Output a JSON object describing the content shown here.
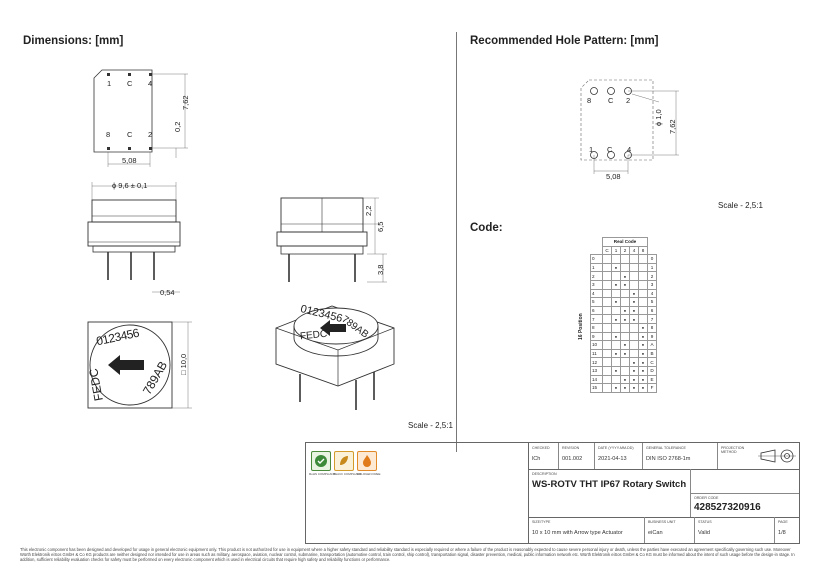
{
  "sections": {
    "dimensions_title": "Dimensions: [mm]",
    "hole_title": "Recommended Hole Pattern: [mm]",
    "code_title": "Code:",
    "scale_left": "Scale - 2,5:1",
    "scale_right": "Scale - 2,5:1"
  },
  "dims": {
    "pin_1": "1",
    "pin_c_top": "C",
    "pin_4": "4",
    "pin_8": "8",
    "pin_c_bot": "C",
    "pin_2": "2",
    "d_508": "5,08",
    "d_762": "7,62",
    "d_02": "0,2",
    "d_diam": "ϕ 9,6 ± 0,1",
    "d_054": "0,54",
    "d_22": "2,2",
    "d_65": "6,5",
    "d_38": "3,8",
    "d_100": "□ 10,0",
    "dial_top": "0123456",
    "dial_right": "789AB",
    "dial_left": "FEDC"
  },
  "hole": {
    "pin_8": "8",
    "pin_c_top": "C",
    "pin_2": "2",
    "pin_1": "1",
    "pin_c_bot": "C",
    "pin_4": "4",
    "d_10": "ϕ 1,0",
    "d_762": "7,62",
    "d_508": "5,08"
  },
  "code_table": {
    "header": "Real Code",
    "side_label": "16 Position",
    "cols": [
      "C",
      "1",
      "2",
      "4",
      "8"
    ],
    "rows": [
      {
        "pos": "0",
        "dots": [
          false,
          false,
          false,
          false
        ],
        "code": "0"
      },
      {
        "pos": "1",
        "dots": [
          true,
          false,
          false,
          false
        ],
        "code": "1"
      },
      {
        "pos": "2",
        "dots": [
          false,
          true,
          false,
          false
        ],
        "code": "2"
      },
      {
        "pos": "3",
        "dots": [
          true,
          true,
          false,
          false
        ],
        "code": "3"
      },
      {
        "pos": "4",
        "dots": [
          false,
          false,
          true,
          false
        ],
        "code": "4"
      },
      {
        "pos": "5",
        "dots": [
          true,
          false,
          true,
          false
        ],
        "code": "5"
      },
      {
        "pos": "6",
        "dots": [
          false,
          true,
          true,
          false
        ],
        "code": "6"
      },
      {
        "pos": "7",
        "dots": [
          true,
          true,
          true,
          false
        ],
        "code": "7"
      },
      {
        "pos": "8",
        "dots": [
          false,
          false,
          false,
          true
        ],
        "code": "8"
      },
      {
        "pos": "9",
        "dots": [
          true,
          false,
          false,
          true
        ],
        "code": "9"
      },
      {
        "pos": "10",
        "dots": [
          false,
          true,
          false,
          true
        ],
        "code": "A"
      },
      {
        "pos": "11",
        "dots": [
          true,
          true,
          false,
          true
        ],
        "code": "B"
      },
      {
        "pos": "12",
        "dots": [
          false,
          false,
          true,
          true
        ],
        "code": "C"
      },
      {
        "pos": "13",
        "dots": [
          true,
          false,
          true,
          true
        ],
        "code": "D"
      },
      {
        "pos": "14",
        "dots": [
          false,
          true,
          true,
          true
        ],
        "code": "E"
      },
      {
        "pos": "15",
        "dots": [
          true,
          true,
          true,
          true
        ],
        "code": "F"
      }
    ]
  },
  "title_block": {
    "checked_label": "CHECKED",
    "checked": "lCh",
    "revision_label": "REVISION",
    "revision": "001.002",
    "date_label": "DATE (YYYY-MM-DD)",
    "date": "2021-04-13",
    "tolerance_label": "GENERAL TOLERANCE",
    "tolerance": "DIN ISO 2768-1m",
    "projection_label": "PROJECTION METHOD",
    "description_label": "DESCRIPTION",
    "description": "WS-ROTV THT IP67 Rotary Switch",
    "order_label": "ORDER CODE",
    "order_code": "428527320916",
    "size_label": "SIZE/TYPE",
    "size": "10 x 10 mm with Arrow type Actuator",
    "business_label": "BUSINESS UNIT",
    "business": "eiCan",
    "status_label": "STATUS",
    "status": "Valid",
    "page_label": "PAGE",
    "page": "1/8",
    "badge_rohs": "RoHS COMPLIANT",
    "badge_reach": "REACh COMPLIANT",
    "badge_halogen": "HALOGEN FREE"
  },
  "disclaimer": "This electronic component has been designed and developed for usage in general electronic equipment only. This product is not authorized for use in equipment where a higher safety standard and reliability standard is especially required or where a failure of the product is reasonably expected to cause severe personal injury or death, unless the parties have executed an agreement specifically governing such use. Moreover Würth Elektronik eiSos GmbH & Co KG products are neither designed nor intended for use in areas such as military, aerospace, aviation, nuclear control, submarine, transportation (automotive control, train control, ship control), transportation signal, disaster prevention, medical, public information network etc. Würth Elektronik eiSos GmbH & Co KG must be informed about the intent of such usage before the design-in stage. In addition, sufficient reliability evaluation checks for safety must be performed on every electronic component which is used in electrical circuits that require high safety and reliability functions or performance."
}
